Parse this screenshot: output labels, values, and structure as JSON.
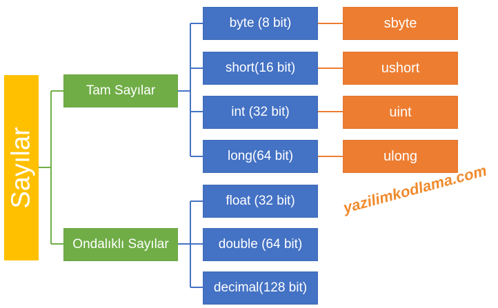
{
  "colors": {
    "root": "#FFC000",
    "category": "#70AD47",
    "signed_type": "#4472C4",
    "unsigned_type": "#ED7D31",
    "watermark": "#F08A2C"
  },
  "root": {
    "label": "Sayılar"
  },
  "categories": [
    {
      "label": "Tam Sayılar",
      "types": [
        {
          "label": "byte (8 bit)",
          "paired": "sbyte"
        },
        {
          "label": "short(16 bit)",
          "paired": "ushort"
        },
        {
          "label": "int (32 bit)",
          "paired": "uint"
        },
        {
          "label": "long(64 bit)",
          "paired": "ulong"
        }
      ]
    },
    {
      "label": "Ondalıklı Sayılar",
      "types": [
        {
          "label": "float (32 bit)"
        },
        {
          "label": "double (64 bit)"
        },
        {
          "label": "decimal(128 bit)"
        }
      ]
    }
  ],
  "watermark": "yazilimkodlama.com"
}
